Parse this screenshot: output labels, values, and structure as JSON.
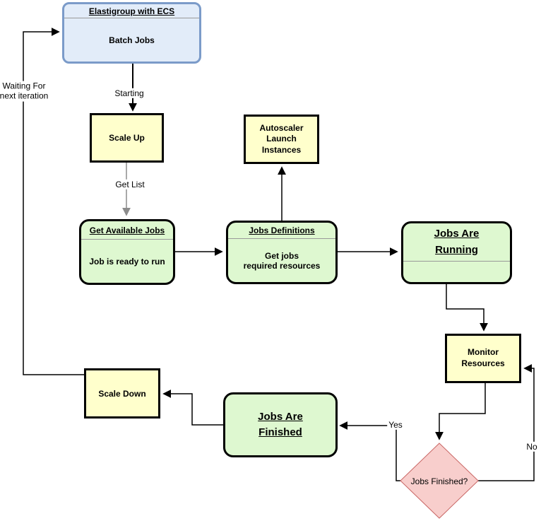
{
  "diagram": {
    "nodes": {
      "elastigroup": {
        "title": "Elastigroup with ECS",
        "body": "Batch Jobs"
      },
      "scale_up": {
        "label": "Scale Up"
      },
      "autoscaler": {
        "label": "Autoscaler\nLaunch\nInstances"
      },
      "get_available_jobs": {
        "title": "Get Available Jobs",
        "body": "Job is ready to run"
      },
      "jobs_definitions": {
        "title": "Jobs Definitions",
        "body": "Get jobs\nrequired resources"
      },
      "jobs_running": {
        "title": "Jobs Are\nRunning"
      },
      "monitor_resources": {
        "label": "Monitor\nResources"
      },
      "decision": {
        "label": "Jobs Finished?"
      },
      "jobs_finished": {
        "title": "Jobs Are\nFinished"
      },
      "scale_down": {
        "label": "Scale Down"
      }
    },
    "edge_labels": {
      "starting": "Starting",
      "get_list": "Get List",
      "yes": "Yes",
      "no": "No",
      "waiting": "Waiting For\nnext iteration"
    },
    "colors": {
      "blue_fill": "#e2ecf9",
      "blue_border": "#7b9bc9",
      "yellow_fill": "#ffffcc",
      "green_fill": "#def8d0",
      "pink_fill": "#f8cecc",
      "pink_border": "#c96664",
      "node_border": "#000000",
      "divider": "#999999",
      "edge_black": "#000000",
      "edge_gray": "#8c8c8c"
    }
  }
}
